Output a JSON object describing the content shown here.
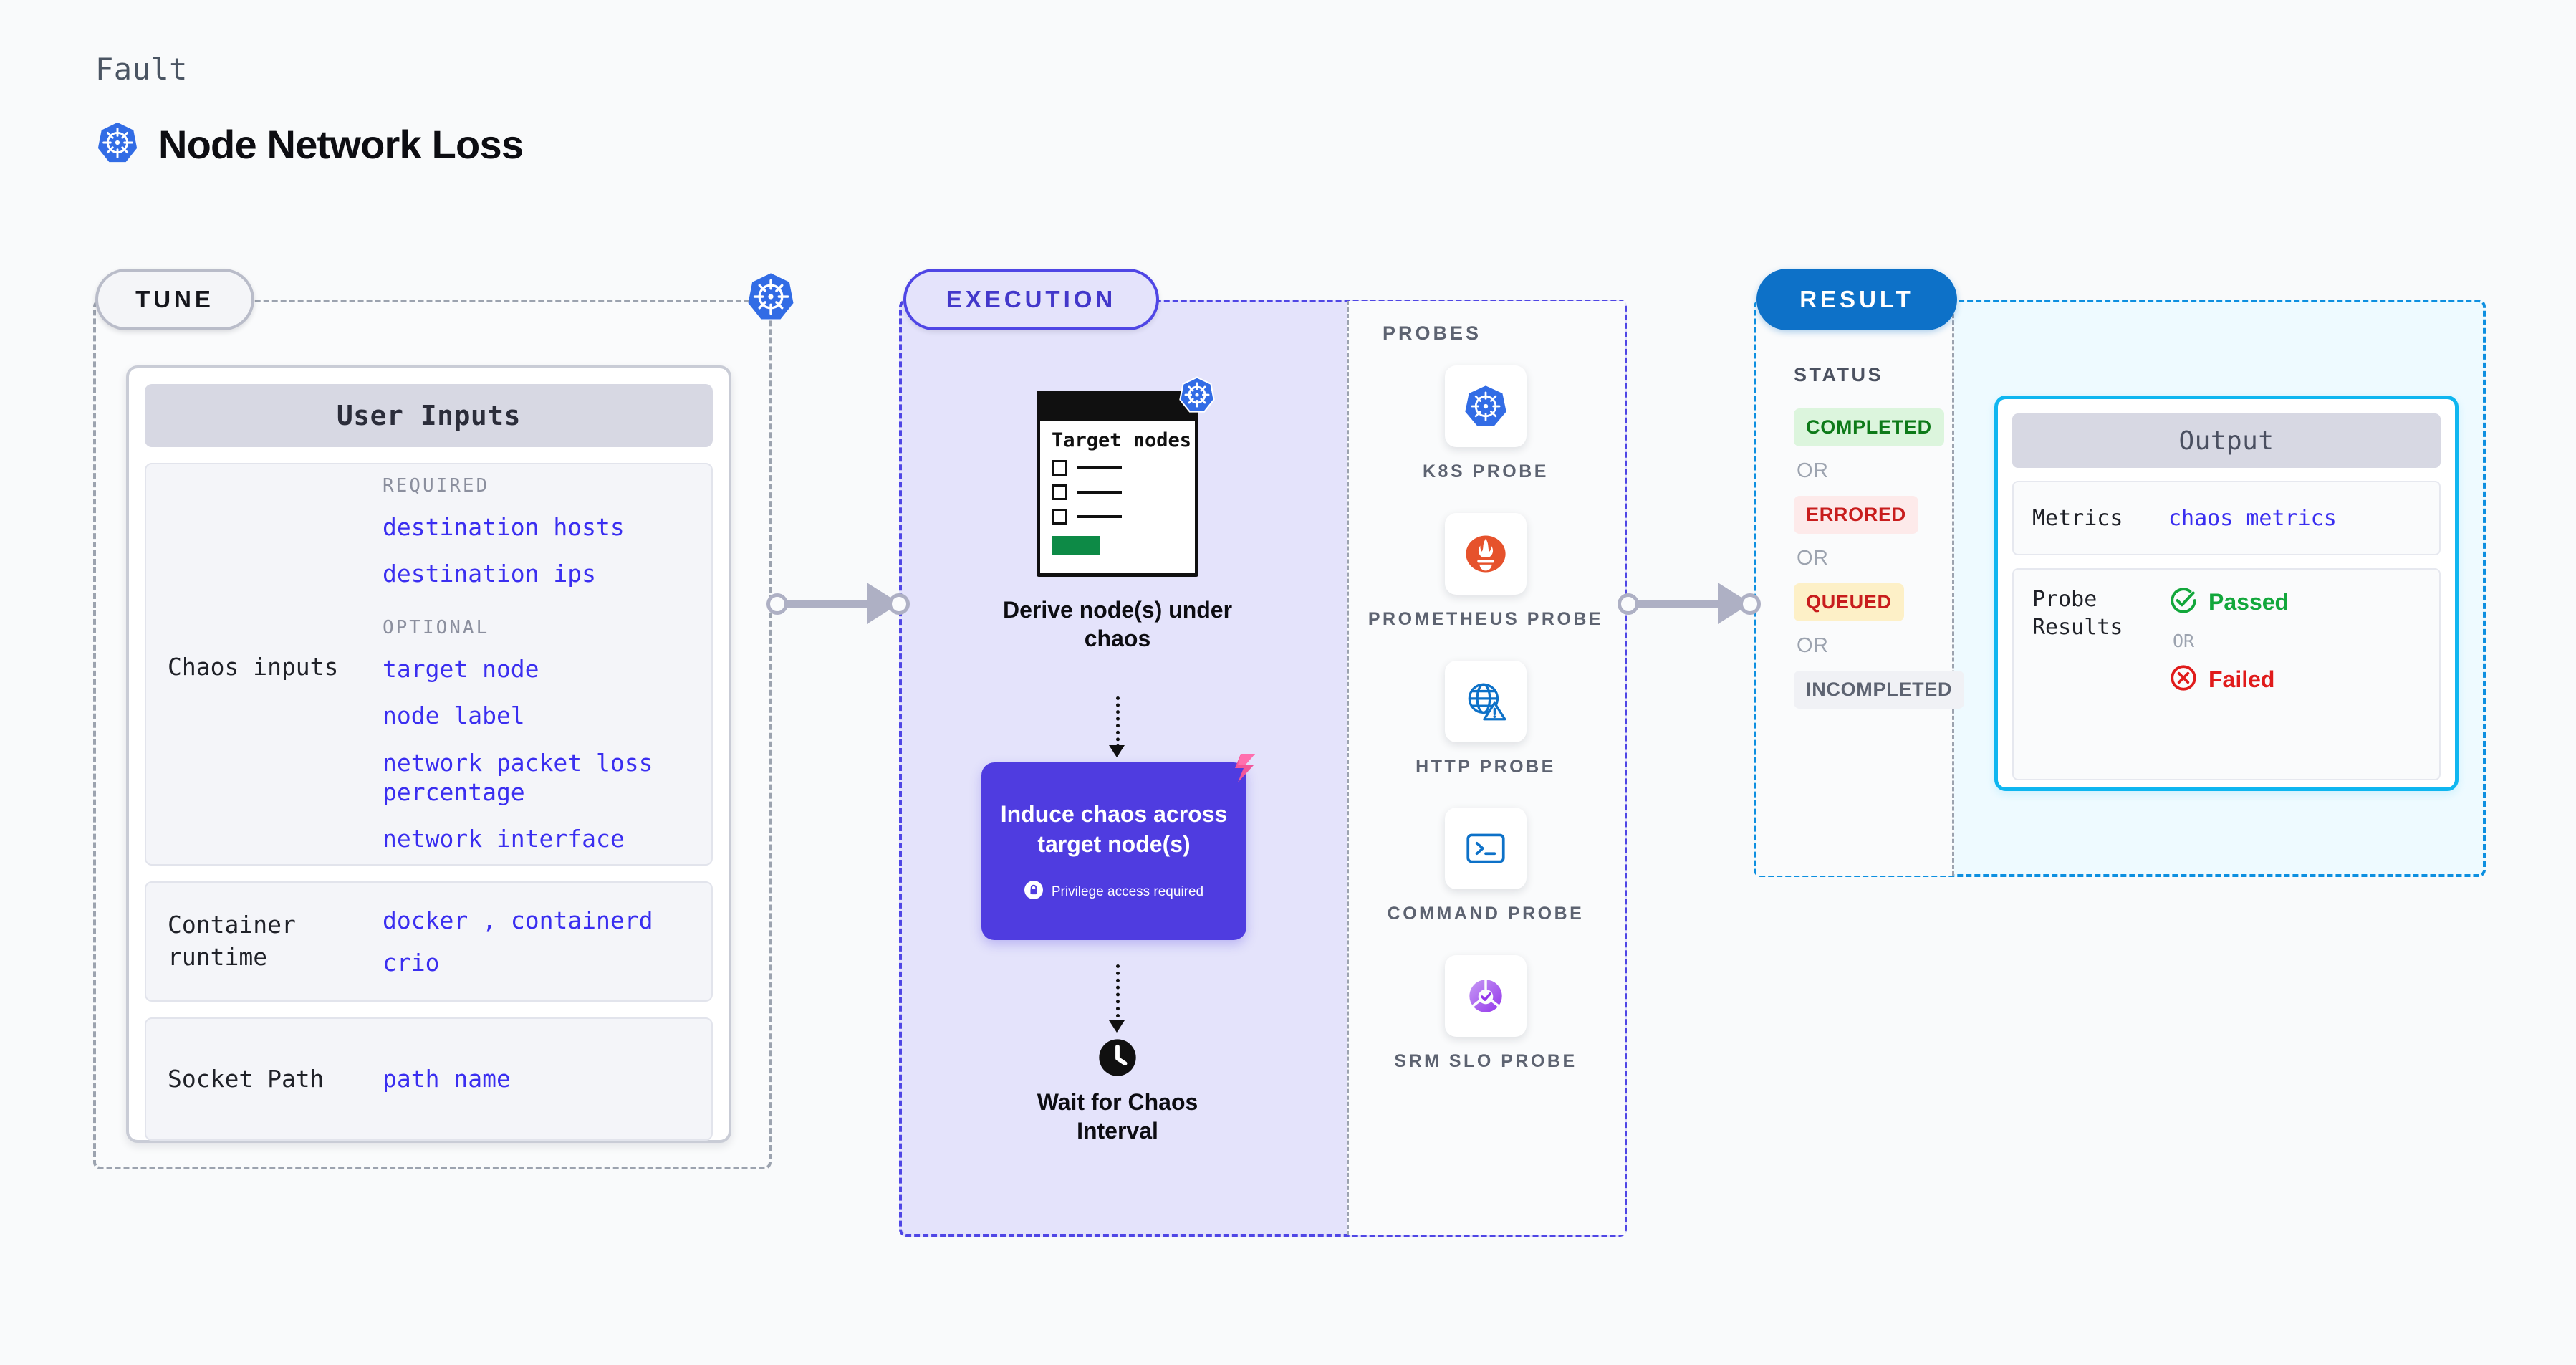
{
  "header": {
    "eyebrow": "Fault",
    "title": "Node Network Loss",
    "icon": "kubernetes-icon"
  },
  "stages": {
    "tune": {
      "badge": "TUNE"
    },
    "execution": {
      "badge": "EXECUTION"
    },
    "result": {
      "badge": "RESULT"
    }
  },
  "tune": {
    "card_title": "User Inputs",
    "sections": [
      {
        "label": "Chaos inputs",
        "groups": [
          {
            "title": "REQUIRED",
            "items": [
              "destination hosts",
              "destination ips"
            ]
          },
          {
            "title": "OPTIONAL",
            "items": [
              "target node",
              "node label",
              "network packet loss percentage",
              "network interface"
            ]
          }
        ]
      },
      {
        "label": "Container runtime",
        "items_line1": "docker",
        "separator": ",",
        "items_line1b": "containerd",
        "items_line2": "crio"
      },
      {
        "label": "Socket Path",
        "value": "path name"
      }
    ]
  },
  "execution": {
    "derive": {
      "card_title": "Target nodes",
      "caption": "Derive node(s) under chaos",
      "badge_icon": "kubernetes-icon"
    },
    "induce": {
      "title": "Induce chaos across target node(s)",
      "privilege_note": "Privilege access required",
      "privilege_icon": "lock-icon",
      "corner_icon": "litmus-logo-icon",
      "background": "#4f3ce0"
    },
    "wait": {
      "caption": "Wait for Chaos Interval",
      "icon": "clock-icon"
    },
    "probes": {
      "title": "PROBES",
      "items": [
        {
          "label": "K8S PROBE",
          "icon": "kubernetes-icon"
        },
        {
          "label": "PROMETHEUS PROBE",
          "icon": "prometheus-icon"
        },
        {
          "label": "HTTP PROBE",
          "icon": "globe-warning-icon"
        },
        {
          "label": "COMMAND PROBE",
          "icon": "terminal-icon"
        },
        {
          "label": "SRM SLO PROBE",
          "icon": "srm-slo-icon"
        }
      ]
    }
  },
  "result": {
    "status": {
      "title": "STATUS",
      "or_label": "OR",
      "items": [
        {
          "label": "COMPLETED",
          "bg": "#dcf5dd",
          "color": "#0e7a19"
        },
        {
          "label": "ERRORED",
          "bg": "#fdeaea",
          "color": "#c81d1d"
        },
        {
          "label": "QUEUED",
          "bg": "#fdf0c7",
          "color": "#c81d1d"
        },
        {
          "label": "INCOMPLETED",
          "bg": "#f0f1f5",
          "color": "#5d6371"
        }
      ]
    },
    "output": {
      "card_title": "Output",
      "metrics_label": "Metrics",
      "metrics_value": "chaos metrics",
      "probe_results_label": "Probe Results",
      "or_label": "OR",
      "passed_label": "Passed",
      "failed_label": "Failed",
      "passed_color": "#12a73b",
      "failed_color": "#e01b1b"
    }
  },
  "colors": {
    "page_bg": "#f9fafb",
    "tune_border": "#9ca3af",
    "execution_border": "#4f46e5",
    "execution_bg": "#e4e3fb",
    "result_border": "#0d8fe0",
    "result_bg": "#eefaff",
    "accent_blue": "#3a2ef0",
    "k8s_blue": "#326ce5"
  }
}
